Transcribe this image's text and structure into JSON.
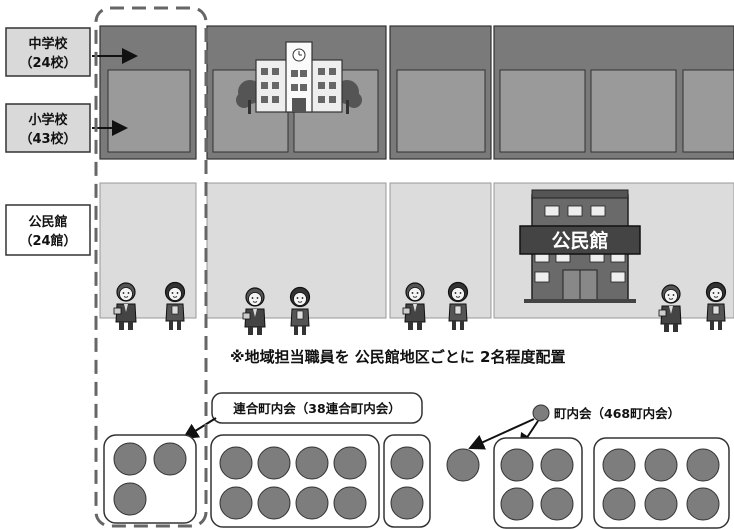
{
  "labels": {
    "junior_high_line1": "中学校",
    "junior_high_line2": "（24校）",
    "elementary_line1": "小学校",
    "elementary_line2": "（43校）",
    "community_center_line1": "公民館",
    "community_center_line2": "（24館）",
    "building_sign": "公民館"
  },
  "note": "※地域担当職員を 公民館地区ごとに 2名程度配置",
  "callouts": {
    "federation": "連合町内会（38連合町内会）",
    "neighborhood": "町内会（468町内会）"
  },
  "colors": {
    "school_fill": "#7a7a7a",
    "inner_fill": "#9a9a9a",
    "center_fill": "#dcdcdc",
    "circle_fill": "#7d7d7d",
    "label_fill": "#d9d9d9"
  },
  "icons": [
    "school-building-icon",
    "community-center-building-icon",
    "staff-man-icon",
    "staff-woman-icon"
  ]
}
